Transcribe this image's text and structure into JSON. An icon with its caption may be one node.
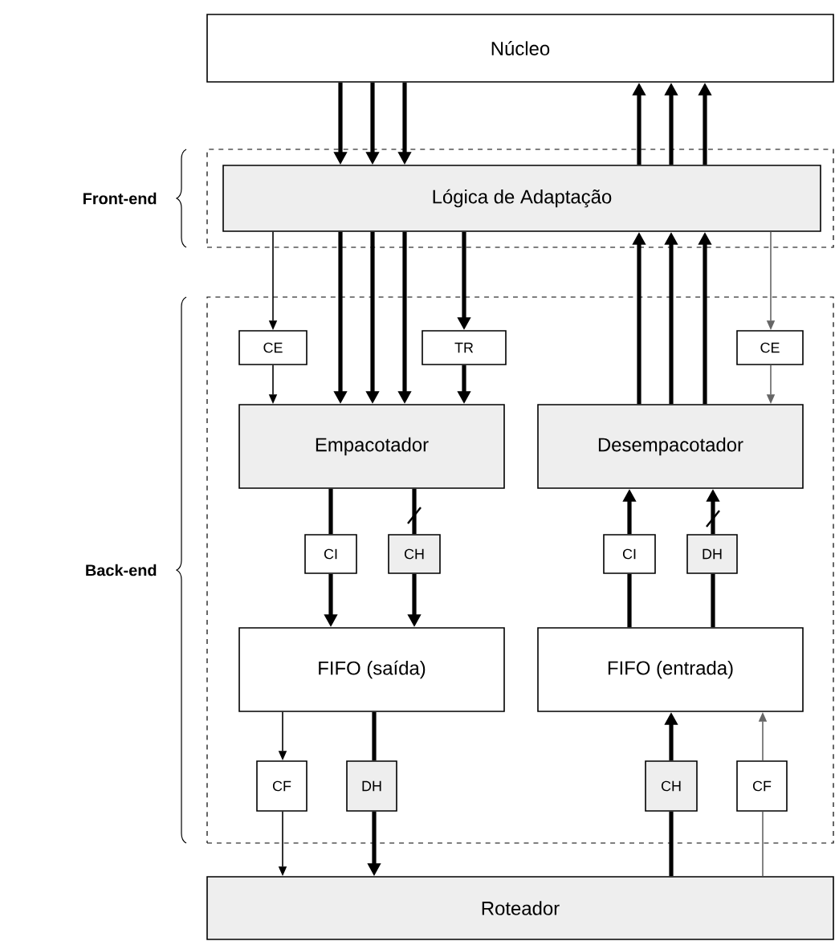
{
  "diagram": {
    "nodes": [
      {
        "text": [
          "Núcleo"
        ]
      },
      {
        "text": [
          "Front-end"
        ]
      },
      {
        "text": [
          "Lógica de Adaptação"
        ],
        "in": 1
      },
      {
        "text": [
          "Back-end"
        ]
      },
      {
        "text": [
          "CE"
        ],
        "in": 3
      },
      {
        "text": [
          "TR"
        ],
        "in": 3
      },
      {
        "text": [
          "CE"
        ],
        "in": 3
      },
      {
        "text": [
          "Empacotador"
        ],
        "in": 3
      },
      {
        "text": [
          "Desempacotador"
        ],
        "in": 3
      },
      {
        "text": [
          "CI"
        ],
        "in": 3
      },
      {
        "text": [
          "CH"
        ],
        "in": 3
      },
      {
        "text": [
          "CI"
        ],
        "in": 3
      },
      {
        "text": [
          "DH"
        ],
        "in": 3
      },
      {
        "text": [
          "FIFO (saída)"
        ],
        "in": 3
      },
      {
        "text": [
          "FIFO (entrada)"
        ],
        "in": 3
      },
      {
        "text": [
          "CF"
        ],
        "in": 3
      },
      {
        "text": [
          "DH"
        ],
        "in": 3
      },
      {
        "text": [
          "CH"
        ],
        "in": 3
      },
      {
        "text": [
          "CF"
        ],
        "in": 3
      },
      {
        "text": [
          "Roteador"
        ]
      }
    ],
    "edges": [
      {
        "from": 0,
        "to": 2,
        "arrow": "to"
      },
      {
        "from": 0,
        "to": 2,
        "arrow": "to"
      },
      {
        "from": 0,
        "to": 2,
        "arrow": "to"
      },
      {
        "from": 2,
        "to": 0,
        "arrow": "to"
      },
      {
        "from": 2,
        "to": 0,
        "arrow": "to"
      },
      {
        "from": 2,
        "to": 0,
        "arrow": "to"
      },
      {
        "from": 2,
        "to": 4,
        "arrow": "to"
      },
      {
        "from": 2,
        "to": 7,
        "arrow": "to"
      },
      {
        "from": 2,
        "to": 7,
        "arrow": "to"
      },
      {
        "from": 2,
        "to": 7,
        "arrow": "to"
      },
      {
        "from": 2,
        "to": 5,
        "arrow": "to"
      },
      {
        "from": 2,
        "to": 6,
        "arrow": "to",
        "color": "#666666"
      },
      {
        "from": 4,
        "to": 7,
        "arrow": "to"
      },
      {
        "from": 5,
        "to": 7,
        "arrow": "to"
      },
      {
        "from": 8,
        "to": 2,
        "arrow": "to"
      },
      {
        "from": 8,
        "to": 2,
        "arrow": "to"
      },
      {
        "from": 8,
        "to": 2,
        "arrow": "to"
      },
      {
        "from": 6,
        "to": 8,
        "arrow": "to",
        "color": "#666666"
      },
      {
        "from": 7,
        "to": 9,
        "arrow": "none"
      },
      {
        "from": 9,
        "to": 13,
        "arrow": "to"
      },
      {
        "from": 7,
        "to": 10,
        "arrow": "none"
      },
      {
        "from": 10,
        "to": 13,
        "arrow": "to"
      },
      {
        "from": 11,
        "to": 8,
        "arrow": "to"
      },
      {
        "from": 14,
        "to": 11,
        "arrow": "none"
      },
      {
        "from": 12,
        "to": 8,
        "arrow": "to"
      },
      {
        "from": 14,
        "to": 12,
        "arrow": "none"
      },
      {
        "from": 13,
        "to": 15,
        "arrow": "to"
      },
      {
        "from": 15,
        "to": 19,
        "arrow": "to"
      },
      {
        "from": 13,
        "to": 16,
        "arrow": "none"
      },
      {
        "from": 16,
        "to": 19,
        "arrow": "to"
      },
      {
        "from": 19,
        "to": 17,
        "arrow": "none"
      },
      {
        "from": 17,
        "to": 14,
        "arrow": "to"
      },
      {
        "from": 19,
        "to": 18,
        "arrow": "none",
        "color": "#666666"
      },
      {
        "from": 18,
        "to": 14,
        "arrow": "to",
        "color": "#666666"
      }
    ]
  }
}
